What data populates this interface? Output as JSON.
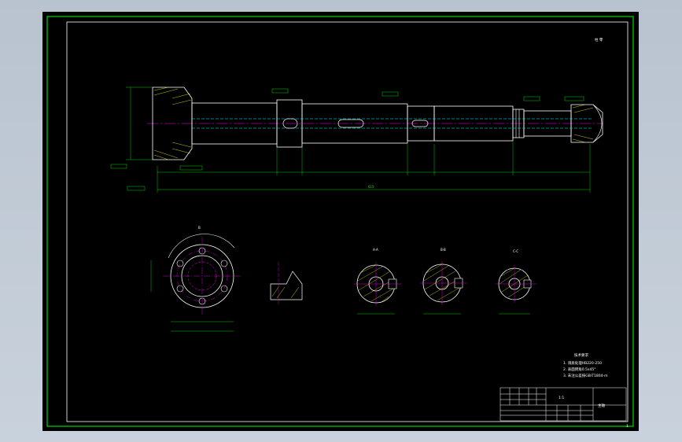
{
  "colors": {
    "background": "#000000",
    "frame": "#00ff00",
    "outline": "#ffffff",
    "centerline": "#ff00ff",
    "hidden": "#00ffff",
    "hatch": "#ffff00",
    "dimension": "#00ff00"
  },
  "drawing": {
    "corner_mark": "柱 零",
    "total_length_label": "615",
    "section_labels": [
      "A-A",
      "B-B",
      "C-C"
    ],
    "detail_label": "B"
  },
  "notes": {
    "title": "技术要求",
    "lines": [
      "1. 调质处理HB220-250",
      "2. 表面倒角0.5x45°",
      "3. 未注公差按GB/T1804-m"
    ]
  },
  "title_block": {
    "part_name": "主轴",
    "ratio": "1:1"
  },
  "sheet_number": "1"
}
